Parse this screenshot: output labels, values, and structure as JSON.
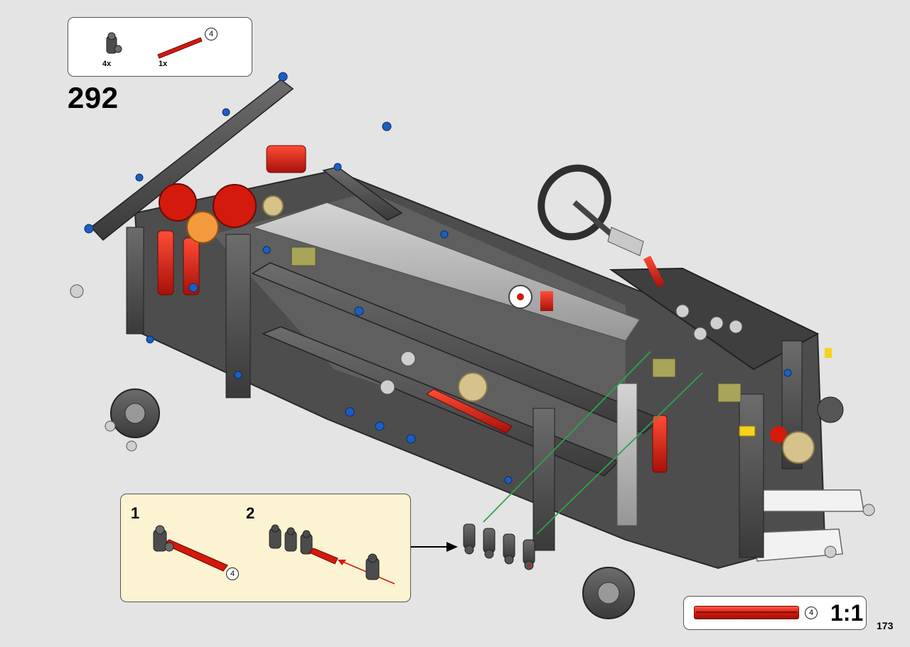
{
  "step": {
    "number": "292"
  },
  "parts_list": {
    "items": [
      {
        "name": "connector",
        "qty": "4x"
      },
      {
        "name": "red-axle",
        "qty": "1x",
        "length": "4"
      }
    ]
  },
  "sub_assembly": {
    "steps": [
      {
        "number": "1",
        "axle_length": "4"
      },
      {
        "number": "2"
      }
    ]
  },
  "scale_check": {
    "length": "4",
    "scale": "1:1"
  },
  "page": {
    "number": "173"
  },
  "colors": {
    "background": "#e4e4e4",
    "callout": "#fcf3d2",
    "axle_red": "#d3190b",
    "frame_gray": "#585858",
    "beam_light": "#b5b5b5",
    "pin_blue": "#1c5ec2",
    "gear_tan": "#d6c28b",
    "guide_green": "#2da34d"
  }
}
